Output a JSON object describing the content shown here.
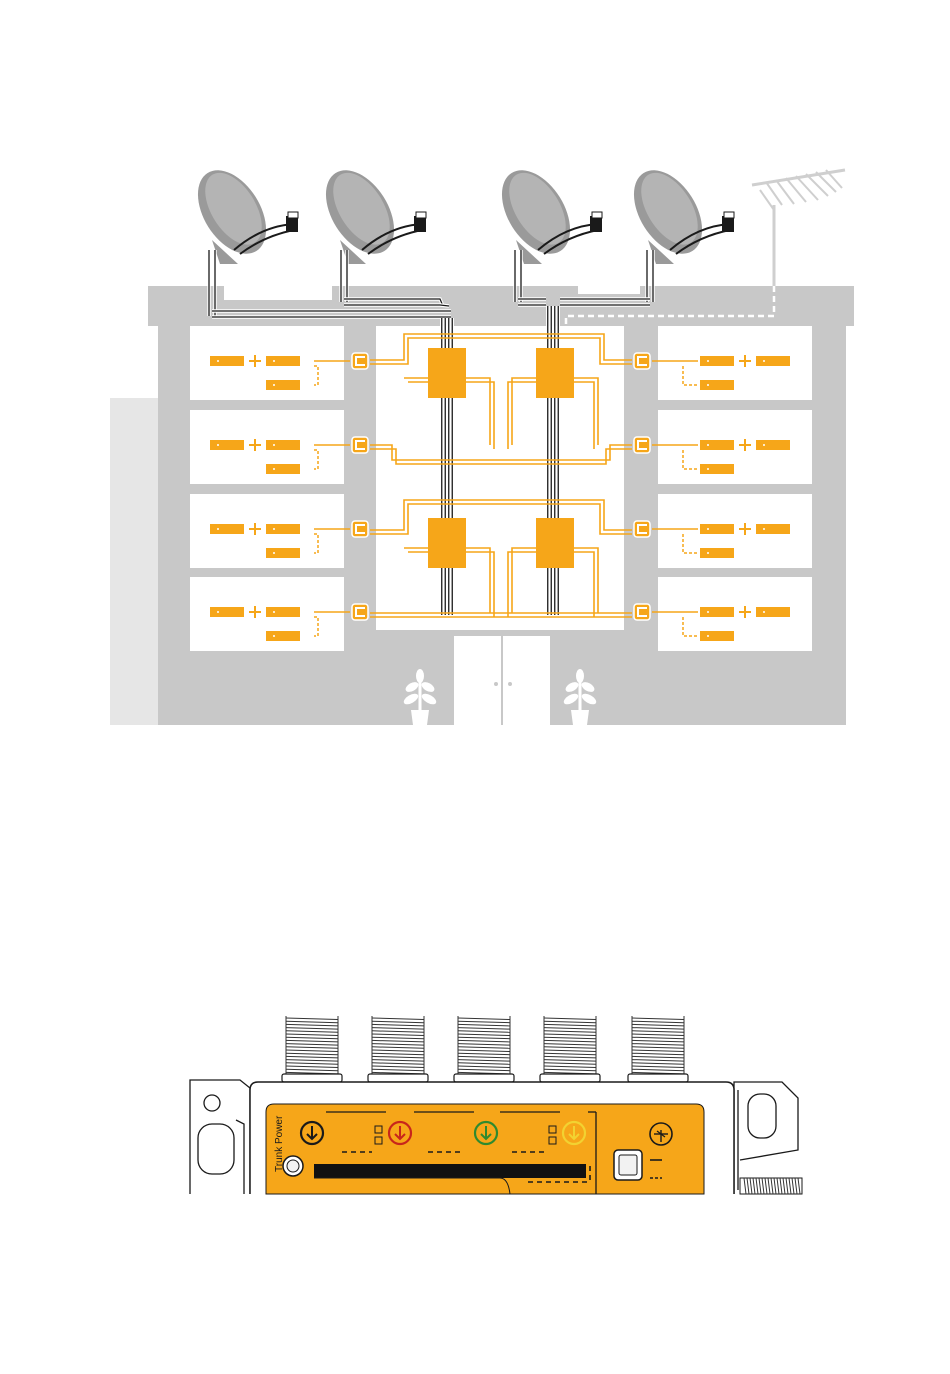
{
  "diagram": {
    "building": {
      "dish_count": 4,
      "has_terrestrial_antenna": true,
      "multiswitch_count": 4,
      "apartments_per_side": 4,
      "sides": [
        "left",
        "right"
      ],
      "apartment_outlet_icon": "c-outlet-icon",
      "apartment_devices": [
        "tv-receiver-icon",
        "tv-receiver-icon",
        "tv-receiver-icon"
      ],
      "decor": [
        "plant-icon",
        "plant-icon",
        "door-icon"
      ]
    },
    "colors": {
      "accent": "#f6a619",
      "building": "#c8c8c8",
      "wall_shadow": "#e6e6e6",
      "cable": "#1a1a1a",
      "dish": "#9a9a9a",
      "antenna": "#cfcfcf"
    }
  },
  "device": {
    "trunk_power_label": "Trunk Power",
    "port_count": 5,
    "indicator_colors": [
      "#1a1a1a",
      "#c8251b",
      "#2f8a2f",
      "#f2d231"
    ],
    "icons": [
      "power-icon",
      "sat-input-icon-red",
      "sat-input-icon-green",
      "sat-input-icon-yellow",
      "terrestrial-icon",
      "dip-switch-icon"
    ]
  }
}
